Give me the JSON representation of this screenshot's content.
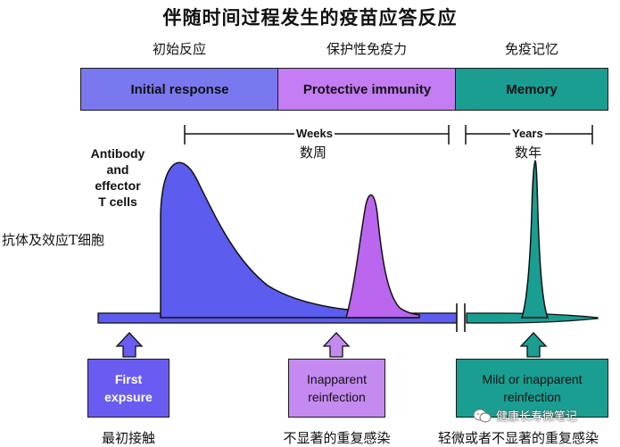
{
  "title": "伴随时间过程发生的疫苗应答反应",
  "phases": [
    {
      "cn": "初始反应",
      "en": "Initial response",
      "color": "#7a78ef"
    },
    {
      "cn": "保护性免疫力",
      "en": "Protective immunity",
      "color": "#c47cf2"
    },
    {
      "cn": "免疫记忆",
      "en": "Memory",
      "color": "#1a9e92"
    }
  ],
  "y_label": {
    "en_lines": [
      "Antibody",
      "and",
      "effector",
      "T cells"
    ],
    "cn": "抗体及效应T细胞"
  },
  "spans": [
    {
      "en": "Weeks",
      "cn": "数周"
    },
    {
      "en": "Years",
      "cn": "数年"
    }
  ],
  "events": [
    {
      "lines": [
        "First",
        "expsure"
      ],
      "cn": "最初接触",
      "color": "#6a5cf0",
      "text_color": "#ffffff"
    },
    {
      "lines": [
        "Inapparent",
        "reinfection"
      ],
      "cn": "不显著的重复感染",
      "color": "#c48af0",
      "text_color": "#111111"
    },
    {
      "lines": [
        "Mild or inapparent",
        "reinfection"
      ],
      "cn": "轻微或者不显著的重复感染",
      "color": "#1a9e92",
      "text_color": "#111111"
    }
  ],
  "watermark": "健康长寿微笔记"
}
